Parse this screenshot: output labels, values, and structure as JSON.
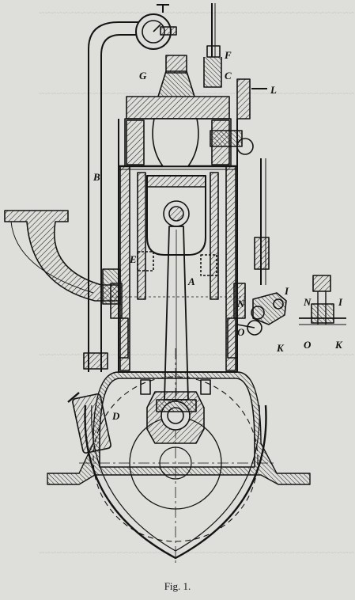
{
  "figure": {
    "caption": "Fig. 1.",
    "labels": {
      "B": "B",
      "E": "E",
      "A": "A",
      "G": "G",
      "C": "C",
      "F": "F",
      "L": "L",
      "N": "N",
      "I": "I",
      "O": "O",
      "K": "K",
      "D": "D",
      "N_detail": "N",
      "I_detail": "I",
      "O_detail": "O",
      "K_detail": "K"
    }
  }
}
